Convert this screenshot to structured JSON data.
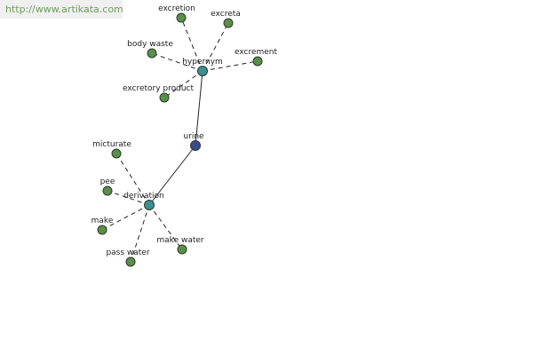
{
  "watermark": "http://www.artikata.com",
  "colors": {
    "background": "#ffffff",
    "leaf_node": "#5a8f48",
    "hub_node": "#3d8f92",
    "root_node": "#3a4a8c",
    "node_outline": "#2a3a2a",
    "edge": "#222222"
  },
  "graph": {
    "root": "urine",
    "hubs": [
      "hypernym",
      "derivation"
    ],
    "nodes": [
      {
        "id": "urine",
        "label": "urine",
        "kind": "root"
      },
      {
        "id": "hypernym",
        "label": "hypernym",
        "kind": "hub"
      },
      {
        "id": "derivation",
        "label": "derivation",
        "kind": "hub"
      },
      {
        "id": "excretion",
        "label": "excretion",
        "kind": "leaf"
      },
      {
        "id": "excreta",
        "label": "excreta",
        "kind": "leaf"
      },
      {
        "id": "body_waste",
        "label": "body waste",
        "kind": "leaf"
      },
      {
        "id": "excrement",
        "label": "excrement",
        "kind": "leaf"
      },
      {
        "id": "excretory_product",
        "label": "excretory product",
        "kind": "leaf"
      },
      {
        "id": "micturate",
        "label": "micturate",
        "kind": "leaf"
      },
      {
        "id": "pee",
        "label": "pee",
        "kind": "leaf"
      },
      {
        "id": "make",
        "label": "make",
        "kind": "leaf"
      },
      {
        "id": "make_water",
        "label": "make water",
        "kind": "leaf"
      },
      {
        "id": "pass_water",
        "label": "pass water",
        "kind": "leaf"
      }
    ],
    "edges": [
      {
        "from": "urine",
        "to": "hypernym",
        "style": "solid"
      },
      {
        "from": "urine",
        "to": "derivation",
        "style": "solid"
      },
      {
        "from": "hypernym",
        "to": "excretion",
        "style": "dashed"
      },
      {
        "from": "hypernym",
        "to": "excreta",
        "style": "dashed"
      },
      {
        "from": "hypernym",
        "to": "body_waste",
        "style": "dashed"
      },
      {
        "from": "hypernym",
        "to": "excrement",
        "style": "dashed"
      },
      {
        "from": "hypernym",
        "to": "excretory_product",
        "style": "dashed"
      },
      {
        "from": "derivation",
        "to": "micturate",
        "style": "dashed"
      },
      {
        "from": "derivation",
        "to": "pee",
        "style": "dashed"
      },
      {
        "from": "derivation",
        "to": "make",
        "style": "dashed"
      },
      {
        "from": "derivation",
        "to": "make_water",
        "style": "dashed"
      },
      {
        "from": "derivation",
        "to": "pass_water",
        "style": "dashed"
      }
    ]
  }
}
